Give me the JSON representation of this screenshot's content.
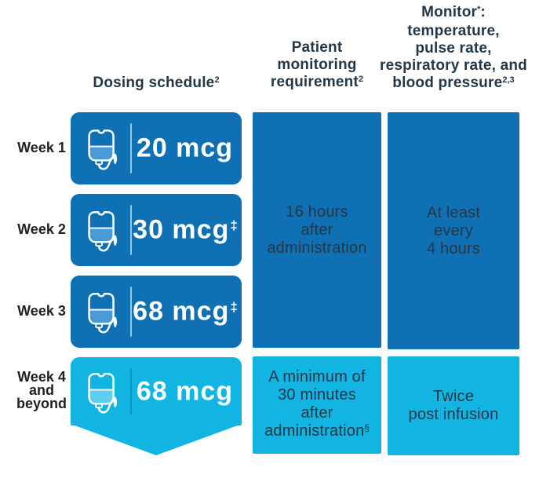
{
  "colors": {
    "column_blue": "#0f70b4",
    "row4_cyan": "#12b4e1",
    "bag_liquid_blue": "#4a9bd5",
    "bag_liquid_cyan": "#5bcfec",
    "dark_text": "#243746",
    "week_label_text": "#231f20",
    "dose_text": "#ffffff",
    "background": "#ffffff"
  },
  "headers": {
    "dosing": {
      "text": "Dosing schedule",
      "sup": "2"
    },
    "monitoring": {
      "line1": "Patient",
      "line2": "monitoring",
      "line3": "requirement",
      "line3_sup": "2"
    },
    "monitor": {
      "line1": "Monitor",
      "line1_sup": "*",
      "line1_after": ":",
      "line2": "temperature,",
      "line3": "pulse rate,",
      "line4": "respiratory rate, and",
      "line5": "blood pressure",
      "line5_sup": "2,3"
    }
  },
  "rows": [
    {
      "label_lines": [
        "Week 1"
      ],
      "dose": "20 mcg",
      "dose_sup": ""
    },
    {
      "label_lines": [
        "Week 2"
      ],
      "dose": "30 mcg",
      "dose_sup": "‡"
    },
    {
      "label_lines": [
        "Week 3"
      ],
      "dose": "68 mcg",
      "dose_sup": "‡"
    },
    {
      "label_lines": [
        "Week 4",
        "and",
        "beyond"
      ],
      "dose": "68 mcg",
      "dose_sup": ""
    }
  ],
  "monitoring_column": {
    "weeks_1_3": {
      "line1": "16 hours",
      "line2": "after",
      "line3": "administration"
    },
    "week_4": {
      "line1": "A minimum of",
      "line2": "30 minutes",
      "line3": "after",
      "line4": "administration",
      "line4_sup": "§"
    }
  },
  "monitor_column": {
    "weeks_1_3": {
      "line1": "At least",
      "line2": "every",
      "line3": "4 hours"
    },
    "week_4": {
      "line1": "Twice",
      "line2": "post infusion"
    }
  }
}
